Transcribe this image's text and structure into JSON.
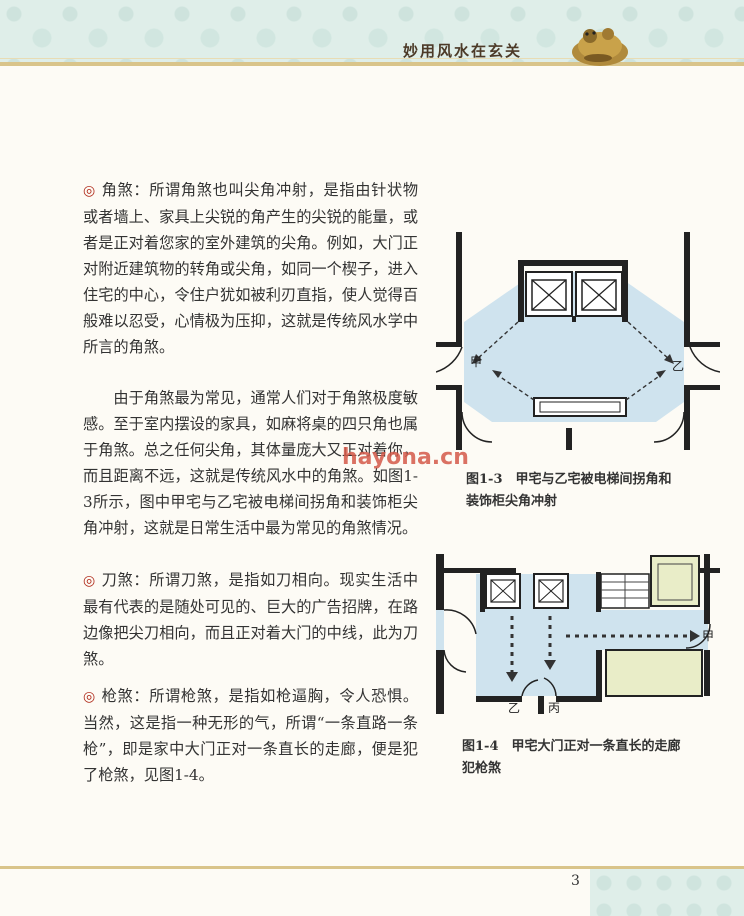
{
  "header": {
    "title": "妙用风水在玄关"
  },
  "watermark": "hayona.cn",
  "page_number": "3",
  "paragraphs": [
    {
      "bullet": "◎",
      "text": "角煞：所谓角煞也叫尖角冲射，是指由针状物或者墙上、家具上尖锐的角产生的尖锐的能量，或者是正对着您家的室外建筑的尖角。例如，大门正对附近建筑物的转角或尖角，如同一个楔子，进入住宅的中心，令住户犹如被利刃直指，使人觉得百般难以忍受，心情极为压抑，这就是传统风水学中所言的角煞。"
    },
    {
      "bullet": "",
      "text": "由于角煞最为常见，通常人们对于角煞极度敏感。至于室内摆设的家具，如麻将桌的四只角也属于角煞。总之任何尖角，其体量庞大又正对着你，而且距离不远，这就是传统风水中的角煞。如图1-3所示，图中甲宅与乙宅被电梯间拐角和装饰柜尖角冲射，这就是日常生活中最为常见的角煞情况。"
    },
    {
      "bullet": "◎",
      "text": "刀煞：所谓刀煞，是指如刀相向。现实生活中最有代表的是随处可见的、巨大的广告招牌，在路边像把尖刀相向，而且正对着大门的中线，此为刀煞。"
    },
    {
      "bullet": "◎",
      "text": "枪煞：所谓枪煞，是指如枪逼胸，令人恐惧。当然，这是指一种无形的气，所谓“一条直路一条枪”，即是家中大门正对一条直长的走廊，便是犯了枪煞，见图1-4。"
    }
  ],
  "figures": [
    {
      "caption_line1": "图1-3　甲宅与乙宅被电梯间拐角和",
      "caption_line2": "装饰柜尖角冲射",
      "label_left": "甲",
      "label_right": "乙"
    },
    {
      "caption_line1": "图1-4　甲宅大门正对一条直长的走廊",
      "caption_line2": "犯枪煞",
      "label_right": "甲",
      "label_bottom_left": "乙",
      "label_bottom_right": "丙"
    }
  ],
  "colors": {
    "accent": "#b02a1a",
    "band": "#dfeee9",
    "rule": "#d9c48a",
    "floor": "#cfe3ee"
  }
}
